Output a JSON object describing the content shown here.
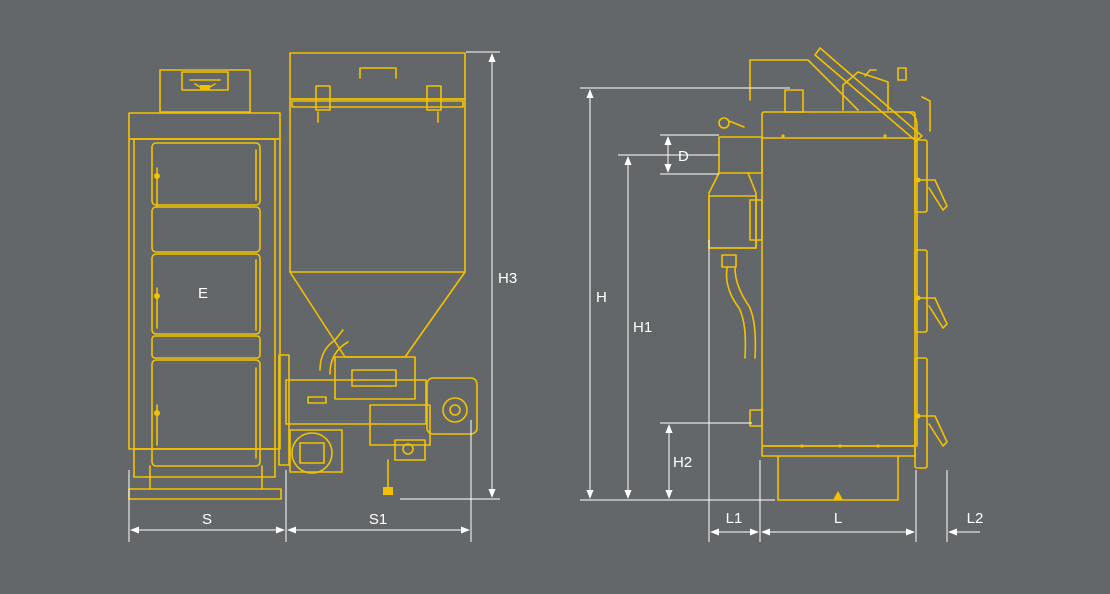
{
  "colors": {
    "background": "#646769",
    "drawing_lines": "#f2c200",
    "dimension_lines": "#ffffff"
  },
  "labels": {
    "E": "E",
    "S": "S",
    "S1": "S1",
    "H3": "H3",
    "H": "H",
    "H1": "H1",
    "H2": "H2",
    "D": "D",
    "L": "L",
    "L1": "L1",
    "L2": "L2"
  }
}
